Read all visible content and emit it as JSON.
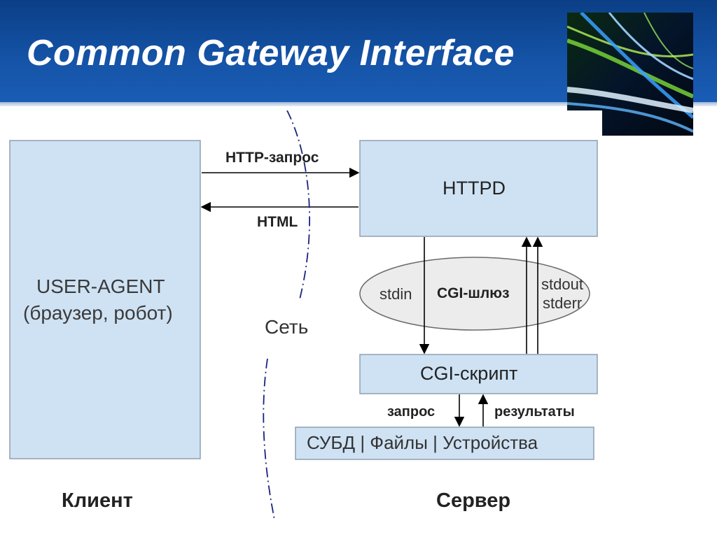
{
  "slide": {
    "title": "Common Gateway Interface"
  },
  "diagram": {
    "user_agent_line1": "USER-AGENT",
    "user_agent_line2": "(браузер, робот)",
    "httpd": "HTTPD",
    "http_request": "HTTP-запрос",
    "html": "HTML",
    "network": "Сеть",
    "stdin": "stdin",
    "cgi_gateway": "CGI-шлюз",
    "stdout": "stdout",
    "stderr": "stderr",
    "cgi_script": "CGI-скрипт",
    "request": "запрос",
    "results": "результаты",
    "storage": "СУБД | Файлы | Устройства",
    "client": "Клиент",
    "server": "Сервер"
  },
  "colors": {
    "header_bg": "#1554a8",
    "box_fill": "#cfe2f3",
    "box_stroke": "#8f9fb0",
    "ellipse_fill": "#ececec",
    "network_line": "#1a237e",
    "text": "#222222"
  }
}
